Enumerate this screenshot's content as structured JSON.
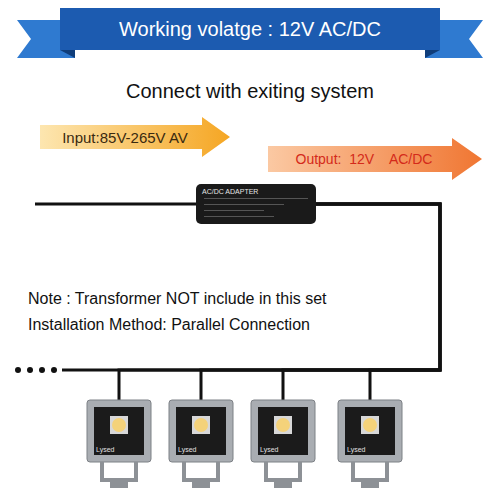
{
  "diagram": {
    "title": "Connect with exiting system",
    "nodes": [
      {
        "text": [
          "Working volatge : 12V AC/DC"
        ]
      },
      {
        "text": [
          "Input:85V-265V AV"
        ]
      },
      {
        "text": [
          "Output:  12V    AC/DC"
        ]
      },
      {
        "text": [
          "AC/DC ADAPTER"
        ]
      },
      {
        "text": [
          "Lysed"
        ]
      },
      {
        "text": [
          "Lysed"
        ]
      },
      {
        "text": [
          "Lysed"
        ]
      },
      {
        "text": [
          "Lysed"
        ]
      }
    ],
    "edges": [
      {
        "from": 3,
        "to": 4,
        "arrow": "none"
      },
      {
        "from": 3,
        "to": 5,
        "arrow": "none"
      },
      {
        "from": 3,
        "to": 6,
        "arrow": "none"
      },
      {
        "from": 3,
        "to": 7,
        "arrow": "none"
      }
    ],
    "labels": [
      "Note : Transformer NOT include in this set",
      "Installation Method: Parallel Connection"
    ]
  }
}
